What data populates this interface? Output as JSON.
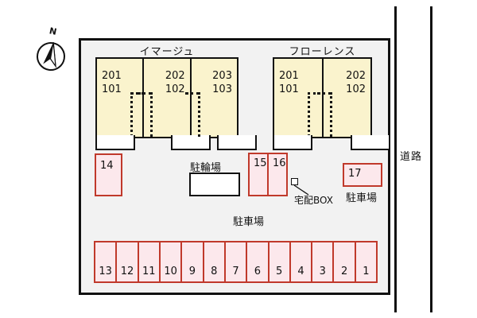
{
  "compass": {
    "north_label": "N",
    "icon": "compass-rose-icon"
  },
  "road": {
    "label": "道路"
  },
  "buildings": [
    {
      "name": "イマージュ",
      "units": [
        {
          "upper": "201",
          "lower": "101",
          "align": "left"
        },
        {
          "upper": "202",
          "lower": "102",
          "align": "right"
        },
        {
          "upper": "203",
          "lower": "103",
          "align": "right"
        }
      ]
    },
    {
      "name": "フローレンス",
      "units": [
        {
          "upper": "201",
          "lower": "101",
          "align": "left"
        },
        {
          "upper": "202",
          "lower": "102",
          "align": "right"
        }
      ]
    }
  ],
  "facilities": {
    "bicycle_parking_label": "駐輪場",
    "parking_center_label": "駐車場",
    "parking_right_label": "駐車場",
    "delivery_box_label": "宅配BOX"
  },
  "stalls": {
    "left_single": "14",
    "middle_pair": [
      "15",
      "16"
    ],
    "right_single": "17",
    "bottom_row": [
      "13",
      "12",
      "11",
      "10",
      "9",
      "8",
      "7",
      "6",
      "5",
      "4",
      "3",
      "2",
      "1"
    ]
  },
  "colors": {
    "building_fill": "#faf3cd",
    "stall_fill": "#fce8ec",
    "stall_border": "#c0392b",
    "site_fill": "#f2f2f2",
    "ink": "#111111"
  }
}
